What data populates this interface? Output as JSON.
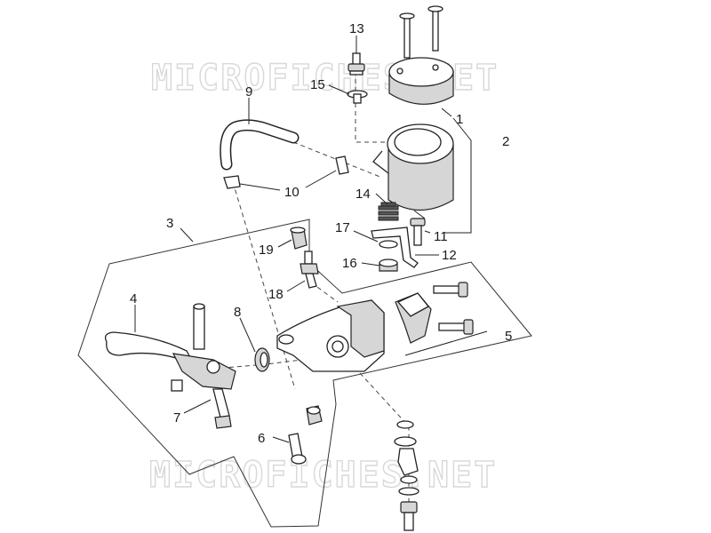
{
  "watermark": {
    "top": "MICROFICHES.NET",
    "bottom": "MICROFICHES.NET"
  },
  "callouts": {
    "c1": "1",
    "c2": "2",
    "c3": "3",
    "c4": "4",
    "c5": "5",
    "c6": "6",
    "c7": "7",
    "c8": "8",
    "c9": "9",
    "c10": "10",
    "c11": "11",
    "c12": "12",
    "c13": "13",
    "c14": "14",
    "c15": "15",
    "c16": "16",
    "c17": "17",
    "c18": "18",
    "c19": "19"
  }
}
